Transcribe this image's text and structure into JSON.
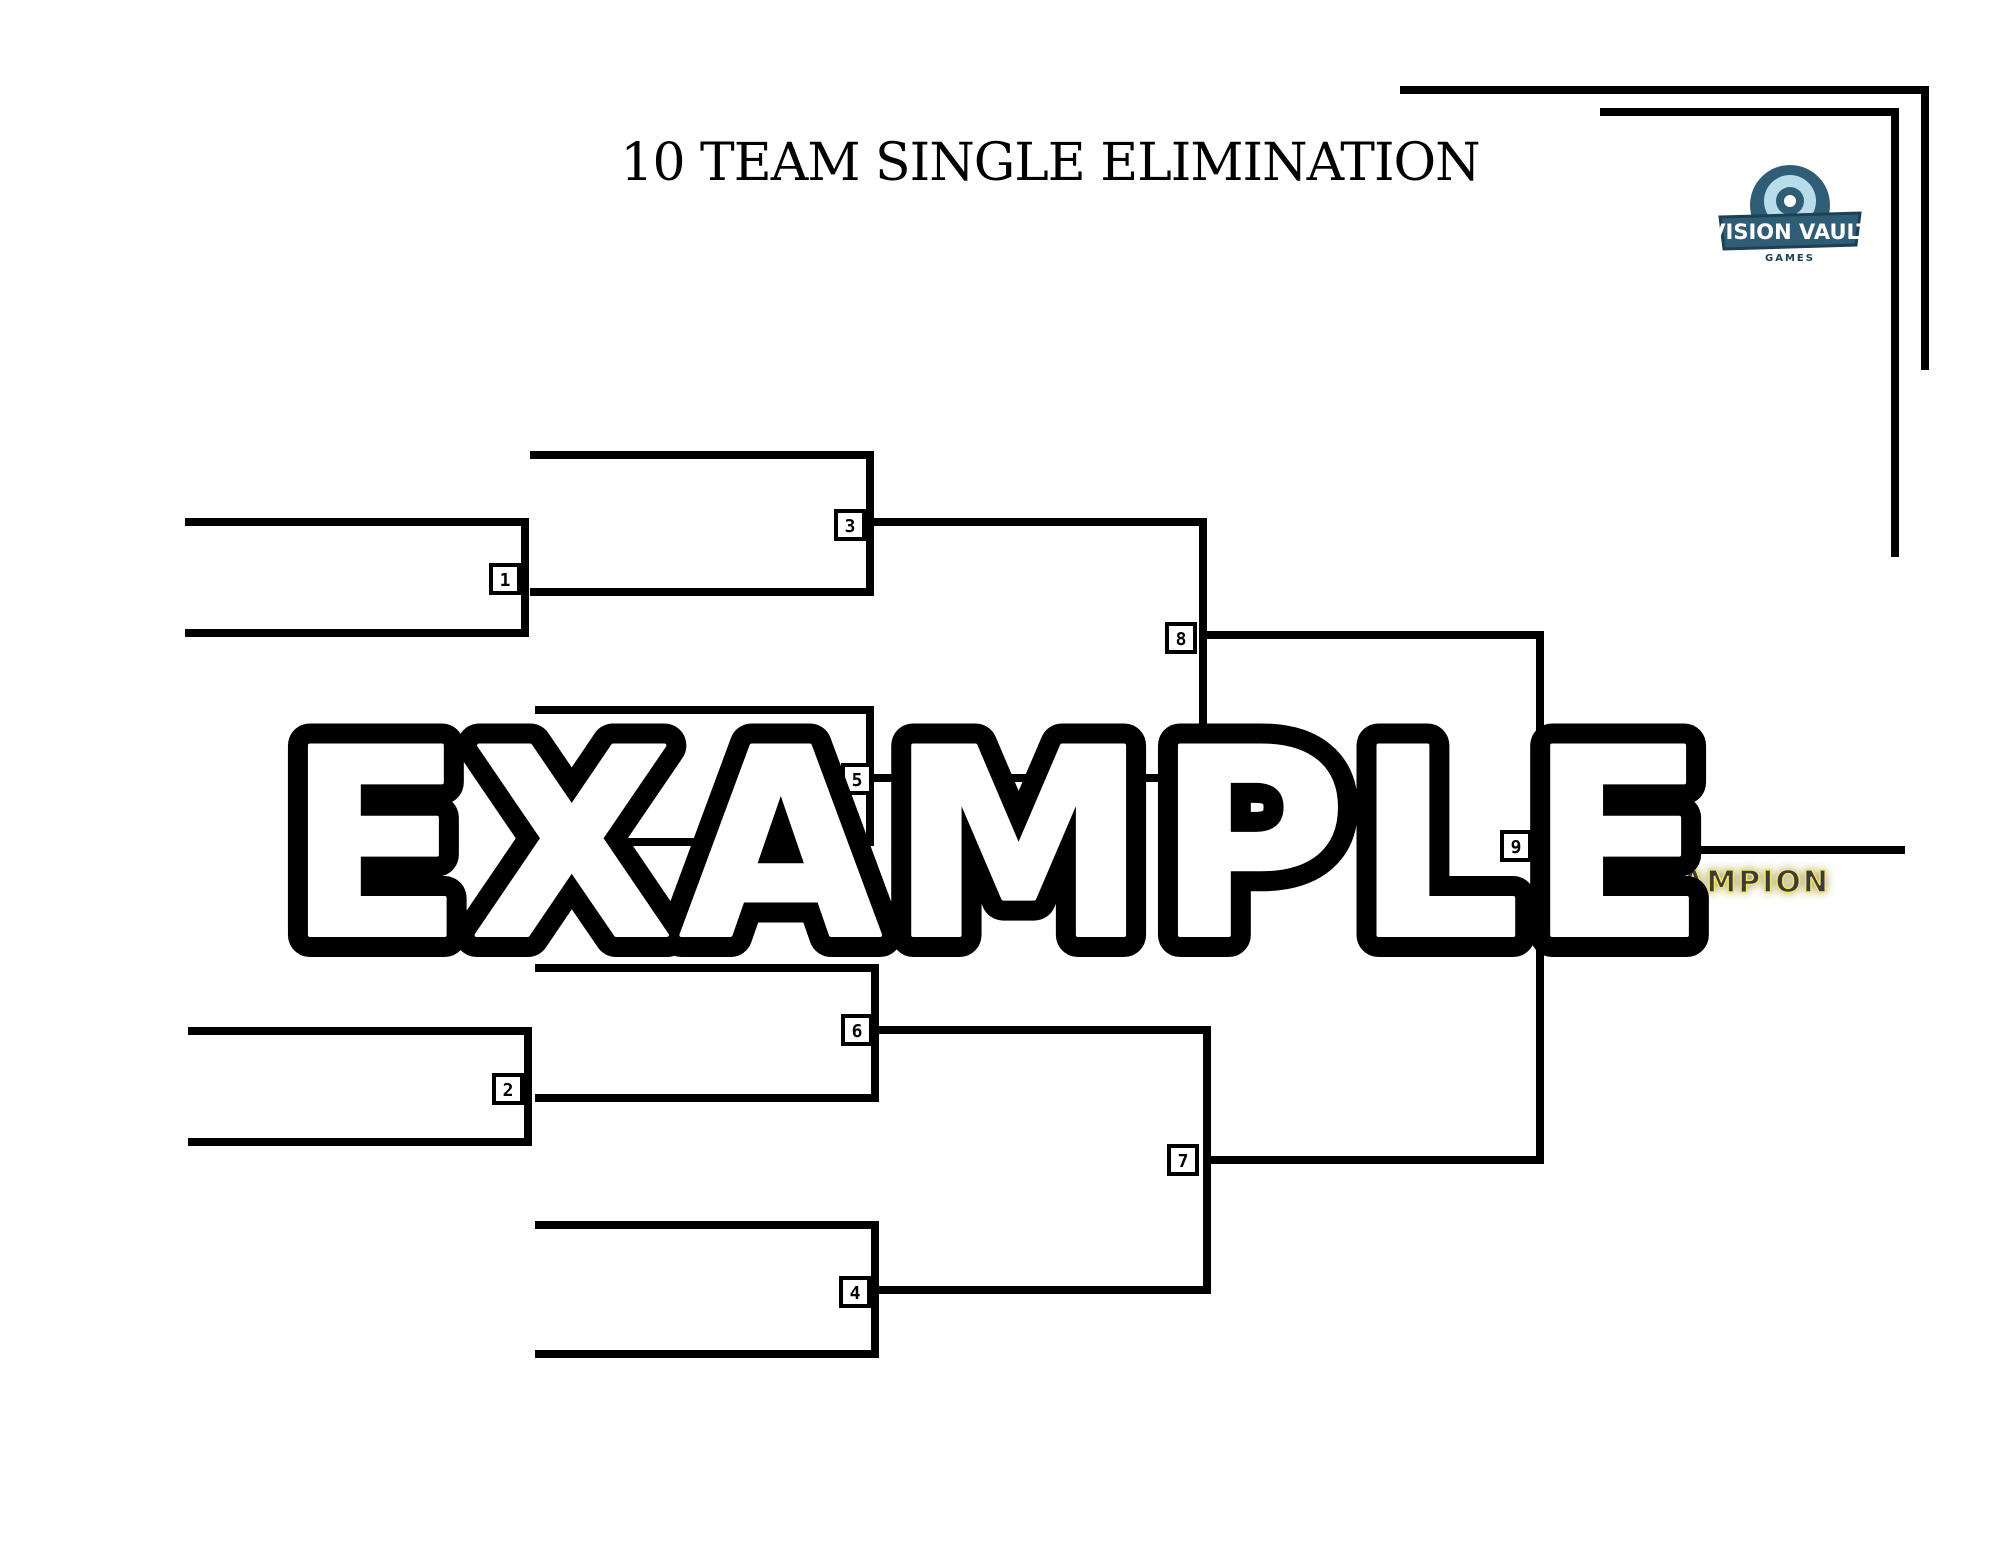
{
  "title": "10 TEAM SINGLE ELIMINATION",
  "logo": {
    "name": "VISION VAULT",
    "subtitle": "GAMES",
    "icon": "eye-vault-icon"
  },
  "watermark": "EXAMPLE",
  "champion_label": "CHAMPION",
  "matches": [
    {
      "number": "1",
      "round": 1
    },
    {
      "number": "2",
      "round": 1
    },
    {
      "number": "3",
      "round": 2
    },
    {
      "number": "4",
      "round": 2
    },
    {
      "number": "5",
      "round": 2
    },
    {
      "number": "6",
      "round": 2
    },
    {
      "number": "7",
      "round": 3
    },
    {
      "number": "8",
      "round": 3
    },
    {
      "number": "9",
      "round": 4
    }
  ],
  "colors": {
    "line": "#000000",
    "champion_text": "#3a3a3a",
    "champion_glow": "#f2e36b",
    "logo_primary": "#2f5d75",
    "logo_accent": "#7fc4dd"
  }
}
